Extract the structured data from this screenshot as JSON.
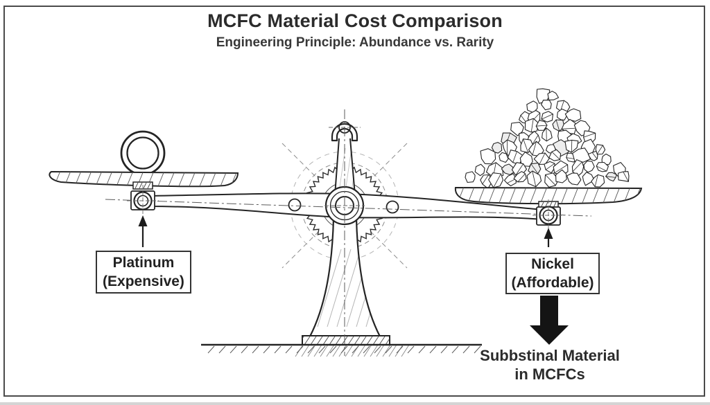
{
  "header": {
    "title": "MCFC Material Cost Comparison",
    "subtitle": "Engineering Principle: Abundance vs. Rarity"
  },
  "scale": {
    "left_label": {
      "line1": "Platinum",
      "line2": "(Expensive)"
    },
    "right_label": {
      "line1": "Nickel",
      "line2": "(Affordable)"
    },
    "left_object": "platinum-ring",
    "right_object": "nickel-ore-pile",
    "tilt": "right-side-down"
  },
  "caption": {
    "line1": "Subbstinal Material",
    "line2": "in MCFCs"
  },
  "icons": {
    "fulcrum": "gear",
    "left_pointer": "up-arrow",
    "right_pointer": "up-arrow",
    "result_arrow": "down-arrow"
  },
  "colors": {
    "ink": "#242424",
    "background": "#ffffff",
    "frame": "#4a4a4a",
    "arrow_fill": "#141414"
  }
}
